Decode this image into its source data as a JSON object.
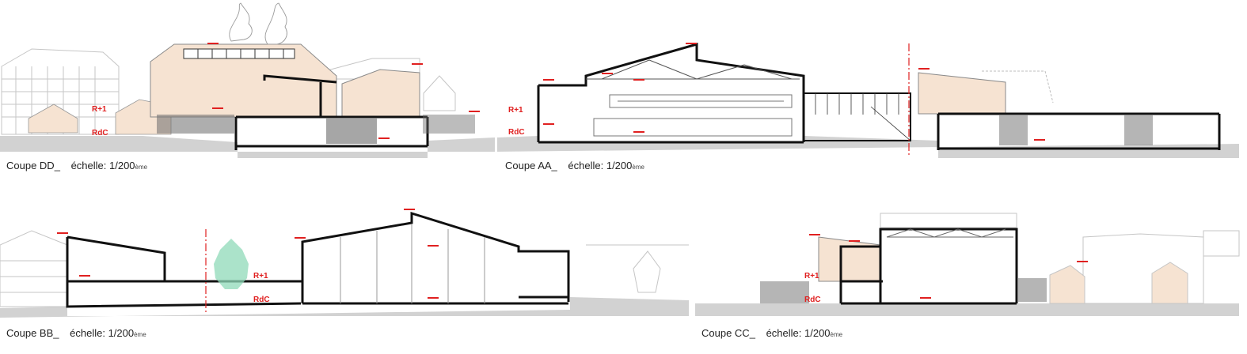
{
  "sections": [
    {
      "id": "dd",
      "title": "Coupe DD_",
      "scale_label": "échelle:",
      "scale_value": "1/200",
      "scale_suffix": "ème"
    },
    {
      "id": "aa",
      "title": "Coupe AA_",
      "scale_label": "échelle:",
      "scale_value": "1/200",
      "scale_suffix": "ème"
    },
    {
      "id": "bb",
      "title": "Coupe BB_",
      "scale_label": "échelle:",
      "scale_value": "1/200",
      "scale_suffix": "ème"
    },
    {
      "id": "cc",
      "title": "Coupe CC_",
      "scale_label": "échelle:",
      "scale_value": "1/200",
      "scale_suffix": "ème"
    }
  ],
  "level_labels": {
    "upper": "R+1",
    "ground": "RdC"
  },
  "colors": {
    "level_marker": "#e02020",
    "cut_line": "#111111",
    "ground": "#cfcfcf",
    "context": "#c4c4c4",
    "wood_cladding": "#f6e3d2",
    "tree_green": "#8fd9b8"
  }
}
